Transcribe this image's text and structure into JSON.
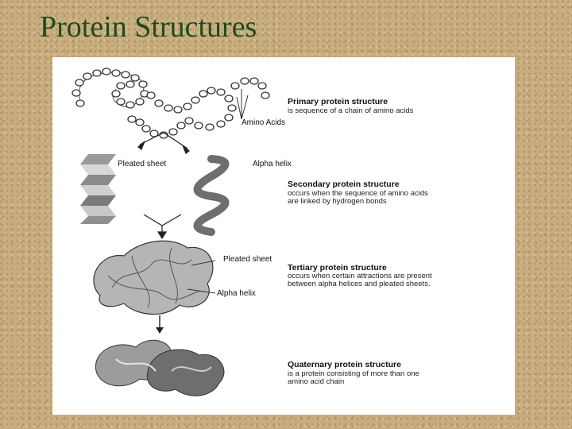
{
  "slide": {
    "title": "Protein Structures"
  },
  "diagram": {
    "primary": {
      "heading": "Primary protein structure",
      "desc": "is sequence of a chain of amino acids",
      "label_amino": "Amino Acids"
    },
    "secondary": {
      "label_pleated": "Pleated sheet",
      "label_helix": "Alpha helix",
      "heading": "Secondary protein structure",
      "desc_line1": "occurs when the sequence of amino acids",
      "desc_line2": "are linked by hydrogen bonds"
    },
    "tertiary": {
      "label_pleated": "Pleated sheet",
      "label_helix": "Alpha helix",
      "heading": "Tertiary protein structure",
      "desc_line1": "occurs when certain attractions are present",
      "desc_line2": "between alpha helices and pleated sheets."
    },
    "quaternary": {
      "heading": "Quaternary protein structure",
      "desc_line1": "is a protein consisting of more than one",
      "desc_line2": "amino acid chain"
    }
  }
}
